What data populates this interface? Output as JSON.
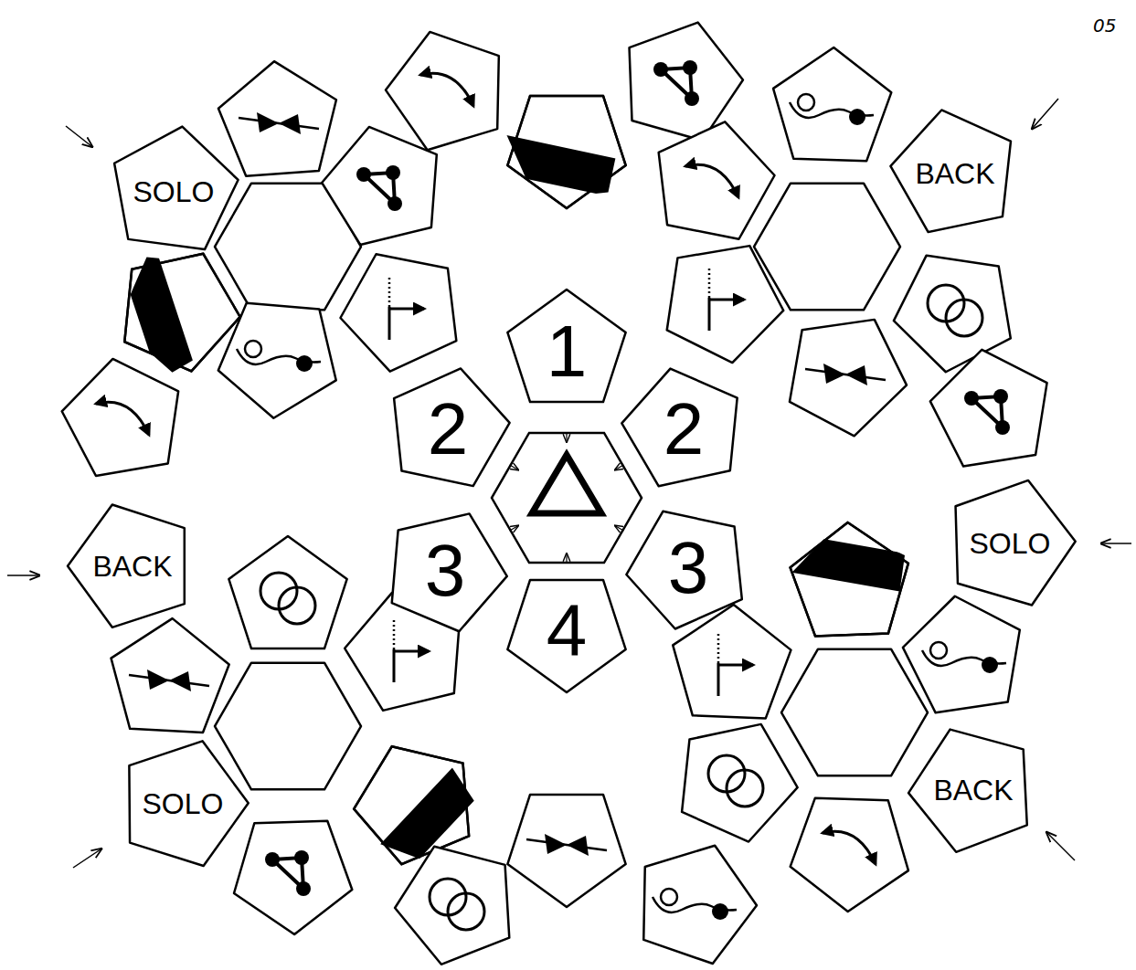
{
  "diagram": {
    "nodes": [
      {
        "text": [
          "SOLO"
        ]
      },
      {
        "text": [
          "BACK"
        ]
      },
      {
        "text": [
          "1"
        ]
      },
      {
        "text": [
          "2"
        ]
      },
      {
        "text": [
          "2"
        ]
      },
      {
        "text": [
          "BACK"
        ]
      },
      {
        "text": [
          "SOLO"
        ]
      },
      {
        "text": [
          "3"
        ]
      },
      {
        "text": [
          "3"
        ]
      },
      {
        "text": [
          "4"
        ]
      },
      {
        "text": [
          "BACK"
        ]
      },
      {
        "text": [
          "SOLO"
        ]
      }
    ],
    "labels": [
      "05"
    ]
  }
}
